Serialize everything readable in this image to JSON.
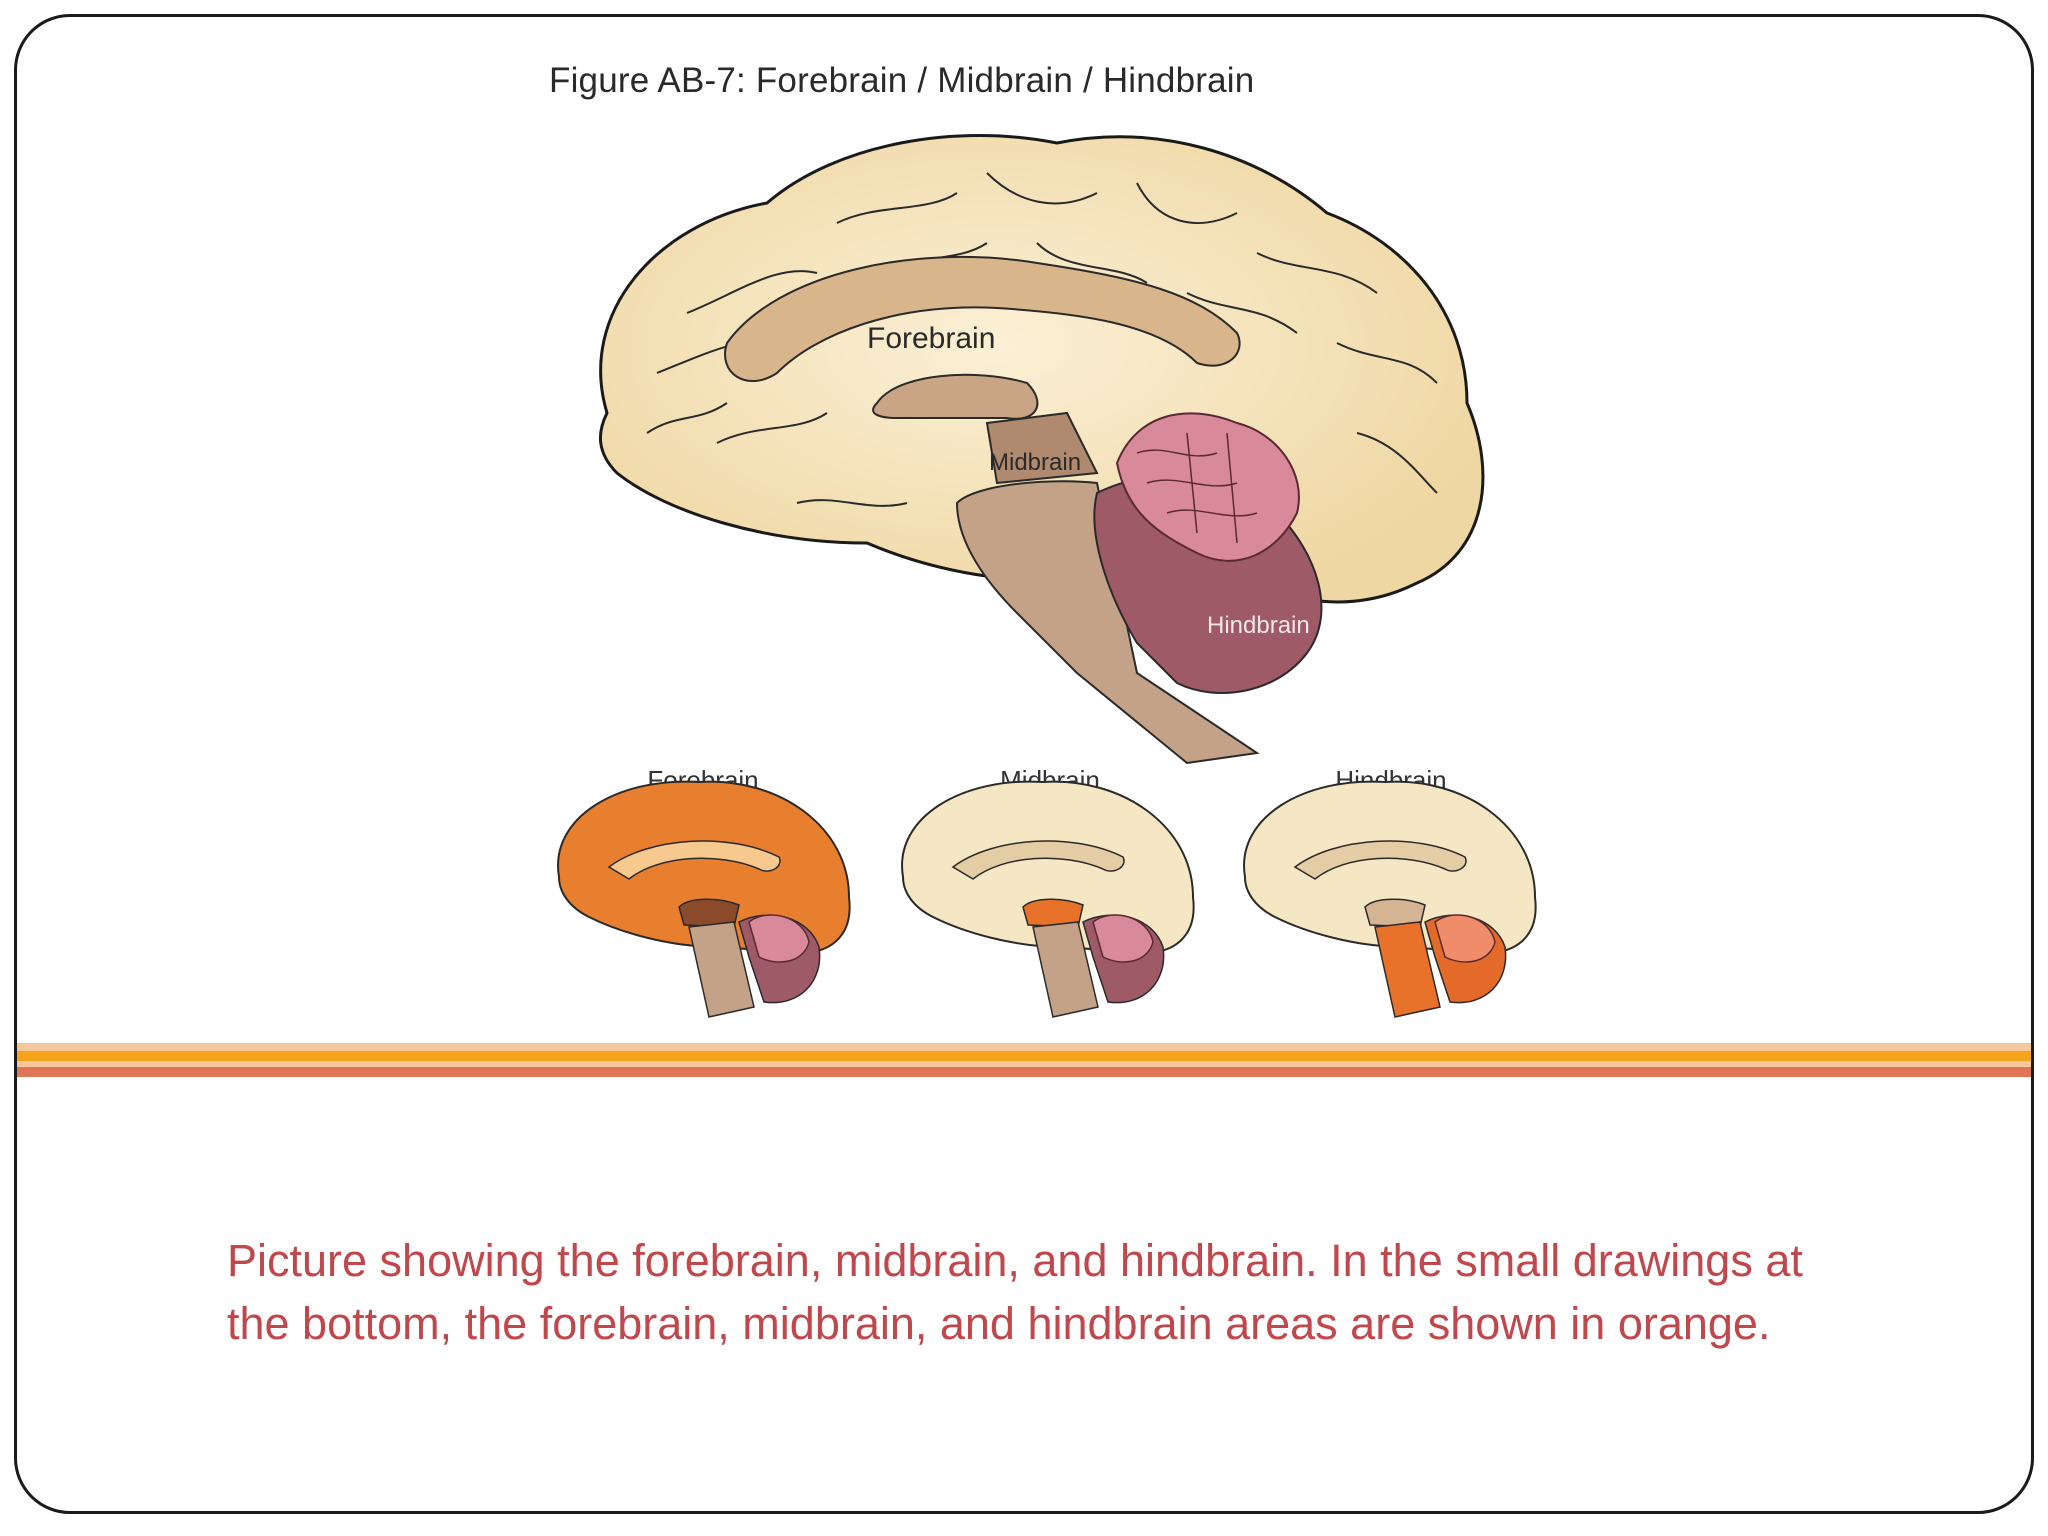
{
  "figure": {
    "title": "Figure AB-7: Forebrain / Midbrain / Hindbrain",
    "main_labels": {
      "forebrain": "Forebrain",
      "midbrain": "Midbrain",
      "hindbrain": "Hindbrain"
    },
    "mini_labels": [
      "Forebrain",
      "Midbrain",
      "Hindbrain"
    ]
  },
  "colors": {
    "cortex": "#f3dfb2",
    "cortex_orange": "#e87f2e",
    "midbrain": "#c9a586",
    "hindbrain": "#9e5a66",
    "cerebellum": "#d98a9a",
    "highlight_orange": "#e8722a",
    "caption": "#c0474b",
    "stripe_orange": "#f5a51c",
    "stripe_peach": "#f6c79d",
    "stripe_coral": "#e07656"
  },
  "caption": "Picture showing the forebrain, midbrain, and hindbrain. In the small drawings at the bottom, the forebrain, midbrain, and hindbrain areas are shown in orange."
}
